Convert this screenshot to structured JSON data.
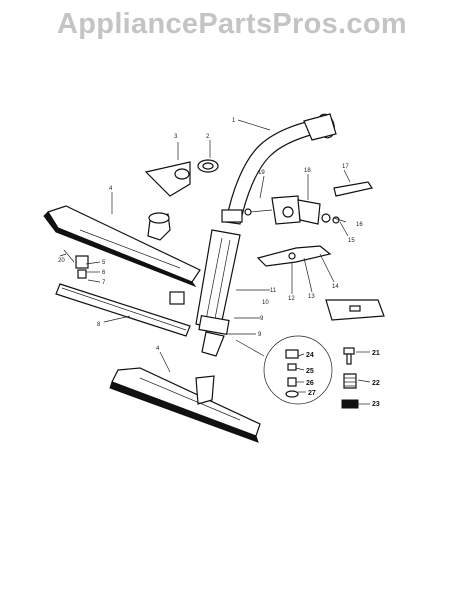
{
  "watermark": "AppliancePartsPros.com",
  "labels": {
    "l1": "1",
    "l2": "2",
    "l3": "3",
    "l4a": "4",
    "l4b": "4",
    "l5": "5",
    "l6": "6",
    "l7": "7",
    "l8": "8",
    "l9": "9",
    "l10": "10",
    "l11": "11",
    "l12": "12",
    "l13": "13",
    "l14": "14",
    "l15": "15",
    "l16": "16",
    "l17": "17",
    "l18": "18",
    "l19": "19",
    "l20": "20",
    "l21": "21",
    "l22": "22",
    "l23": "23",
    "l24": "24",
    "l25": "25",
    "l26": "26",
    "l27": "27",
    "l9b": "9"
  }
}
